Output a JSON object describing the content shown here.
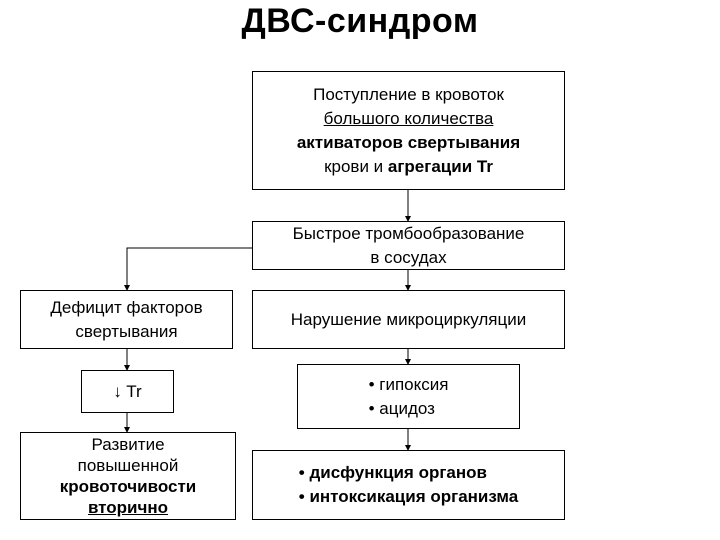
{
  "title": "ДВС-синдром",
  "boxes": {
    "activators": {
      "line1": "Поступление в кровоток",
      "line2": "большого количества",
      "line3": "активаторов свертывания",
      "line4_plain": "крови и ",
      "line4_bold": "агрегации Tr"
    },
    "thrombo": {
      "line1": "Быстрое тромбообразование",
      "line2": "в сосудах"
    },
    "deficit": {
      "line1": "Дефицит факторов",
      "line2": "свертывания"
    },
    "microcirc": {
      "text": "Нарушение микроциркуляции"
    },
    "tr": {
      "arrow": "↓",
      "text": "Tr"
    },
    "hypoxia": {
      "items": [
        "гипоксия",
        "ацидоз"
      ]
    },
    "bleeding": {
      "line1": "Развитие",
      "line2": "повышенной",
      "line3": "кровоточивости",
      "line4": "вторично"
    },
    "dysfunction": {
      "items": [
        "дисфункция органов",
        "интоксикация организма"
      ]
    }
  }
}
